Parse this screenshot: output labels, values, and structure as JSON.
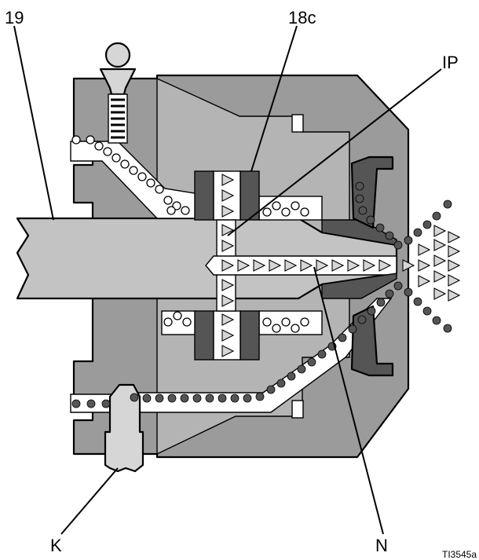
{
  "labels": {
    "part_19": "19",
    "part_18c": "18c",
    "part_ip": "IP",
    "part_k": "K",
    "part_n": "N",
    "figure_id": "TI3545a"
  },
  "colors": {
    "housing": "#9b9b9b",
    "housing_light": "#c3c3c3",
    "seal_dark": "#555555",
    "dot_dark": "#555555",
    "passage": "#ffffff",
    "fitting": "#d6d6d6"
  }
}
